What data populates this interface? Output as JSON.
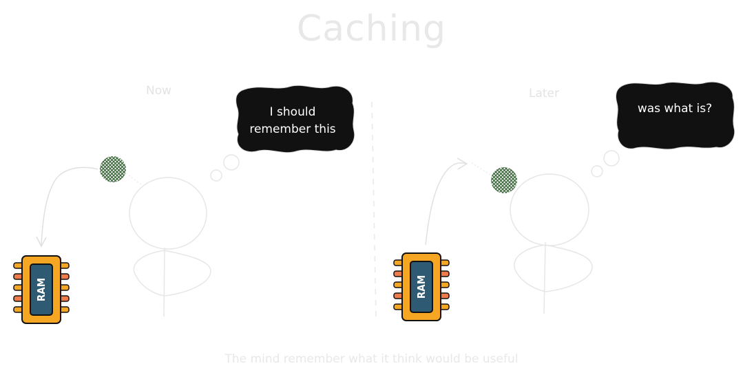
{
  "title": "Caching",
  "panels": {
    "left": {
      "label": "Now",
      "thought": "I should remember this"
    },
    "right": {
      "label": "Later",
      "thought": "was what is?"
    }
  },
  "ram_label": "RAM",
  "caption": "The mind remember what it think would be useful",
  "colors": {
    "bubble": "#111111",
    "memory_dot": "#3f6b3f",
    "ram_body": "#f5a623",
    "ram_core": "#2e5a73",
    "ram_pins": "#f07b4a",
    "faint_stroke": "#e6e6e6"
  },
  "icons": [
    "ram-chip-icon",
    "memory-dot-icon",
    "stick-figure-icon",
    "thought-bubble-icon",
    "arrow-icon"
  ]
}
